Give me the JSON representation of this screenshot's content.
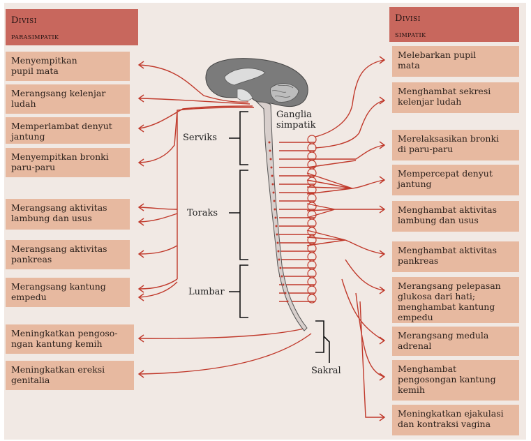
{
  "headers": {
    "para": {
      "line1": "Divisi",
      "line2": "parasimpatik"
    },
    "sym": {
      "line1": "Divisi",
      "line2": "simpatik"
    }
  },
  "para_boxes": [
    "Menyempitkan\npupil mata",
    "Merangsang kelenjar\nludah",
    "Memperlambat denyut\njantung",
    "Menyempitkan bronki\nparu-paru",
    "Merangsang aktivitas\nlambung dan usus",
    "Merangsang aktivitas\npankreas",
    "Merangsang kantung\nempedu",
    "Meningkatkan pengoso-\nngan kantung kemih",
    "Meningkatkan ereksi\ngenitalia"
  ],
  "sym_boxes": [
    "Melebarkan pupil\nmata",
    "Menghambat sekresi\nkelenjar ludah",
    "Merelaksasikan bronki\ndi paru-paru",
    "Mempercepat denyut\njantung",
    "Menghambat aktivitas\nlambung dan usus",
    "Menghambat aktivitas\npankreas",
    "Merangsang pelepasan\nglukosa dari hati;\nmenghambat kantung\nempedu",
    "Merangsang medula\nadrenal",
    "Menghambat\npengosongan kantung\nkemih",
    "Meningkatkan ejakulasi\ndan kontraksi vagina"
  ],
  "regions": {
    "ganglia": "Ganglia\nsimpatik",
    "serviks": "Serviks",
    "toraks": "Toraks",
    "lumbar": "Lumbar",
    "sakral": "Sakral"
  },
  "colors": {
    "header": "#c8675d",
    "box": "#e7b9a0",
    "nerve": "#c0392b",
    "paper": "#f1e9e4",
    "brain": "#777777"
  }
}
